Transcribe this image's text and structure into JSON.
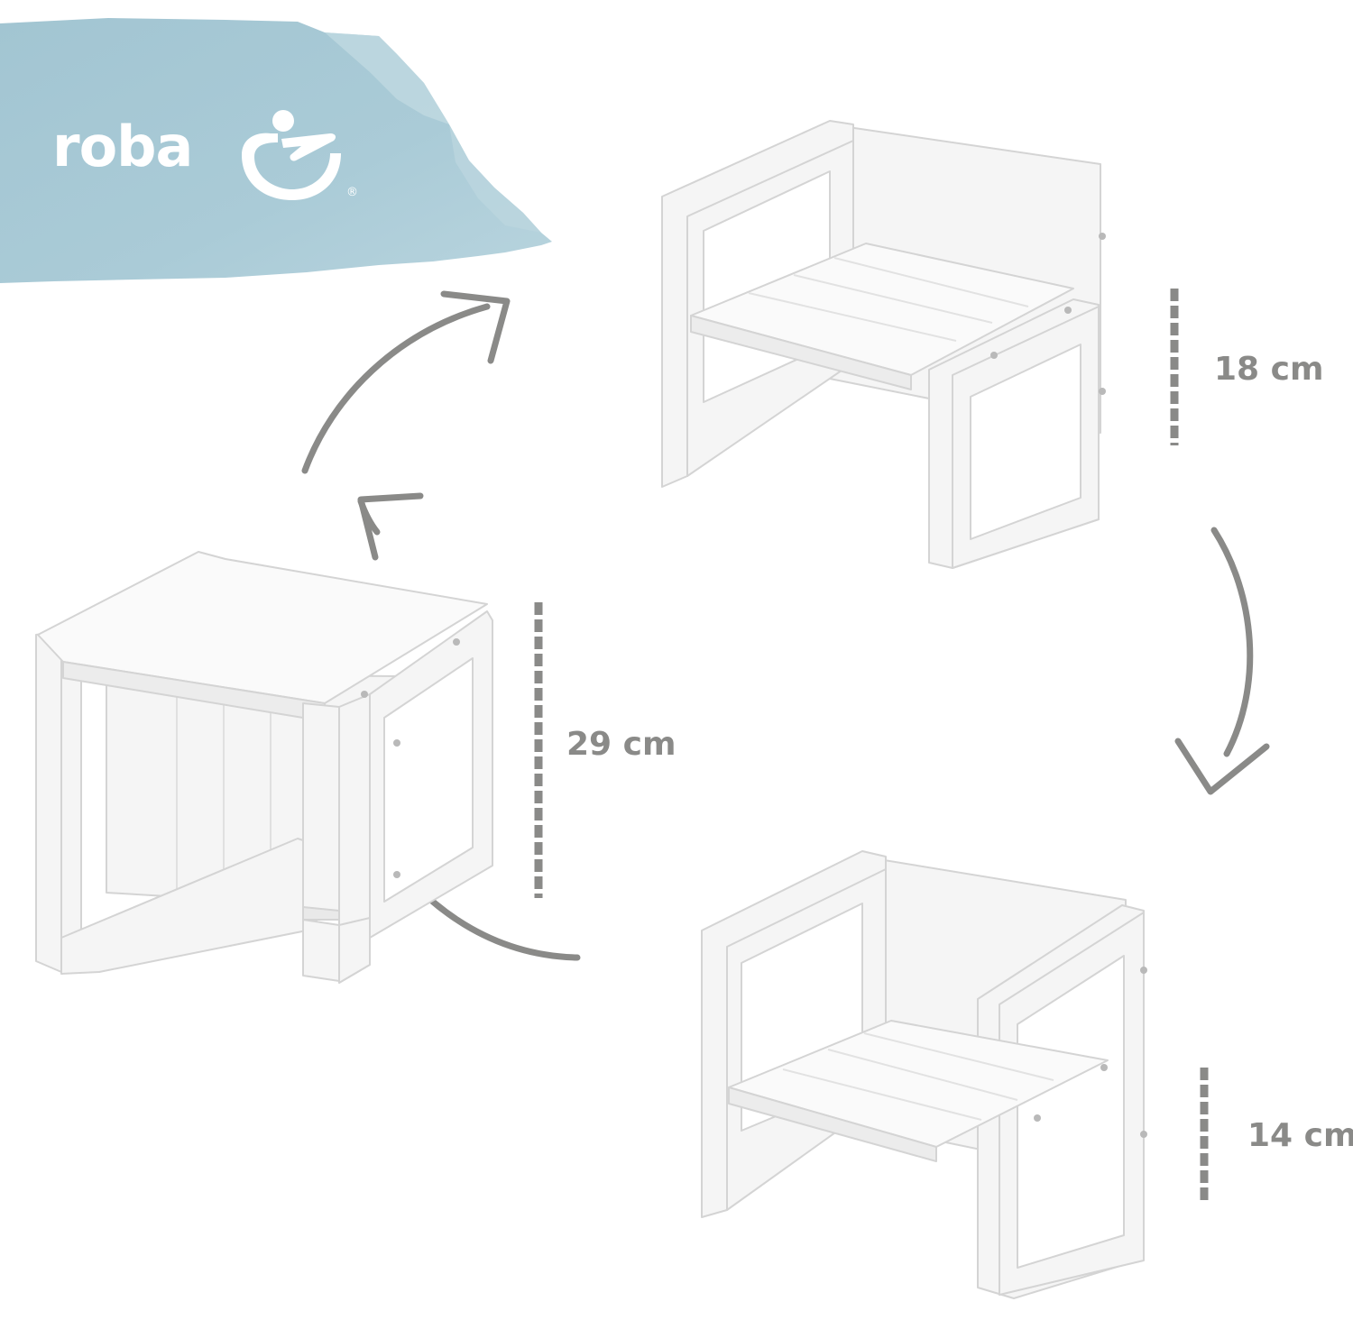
{
  "brand": {
    "name": "roba",
    "registered_mark": "®",
    "swatch_color": "#a9cad6"
  },
  "measurements": [
    {
      "id": "chair-high",
      "value": "18 cm"
    },
    {
      "id": "table",
      "value": "29 cm"
    },
    {
      "id": "chair-low",
      "value": "14 cm"
    }
  ],
  "colors": {
    "arrow": "#8a8a88",
    "furniture": "#f4f4f4",
    "furniture_edge": "#d6d6d6"
  },
  "icons": [
    "roba-logo-icon",
    "arrow-curved-icon"
  ]
}
